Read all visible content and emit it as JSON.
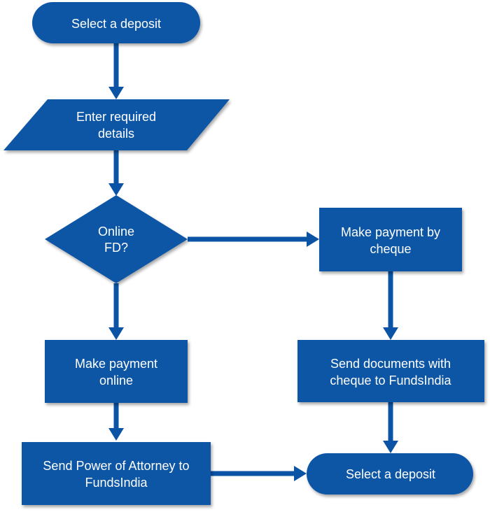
{
  "colors": {
    "shape_fill": "#0b54a5",
    "text": "#ffffff",
    "background": "#ffffff"
  },
  "nodes": {
    "start": {
      "type": "terminator",
      "lines": [
        "Select a deposit"
      ]
    },
    "input": {
      "type": "data",
      "lines": [
        "Enter required",
        "details"
      ]
    },
    "decision": {
      "type": "decision",
      "lines": [
        "Online",
        "FD?"
      ]
    },
    "cheque": {
      "type": "process",
      "lines": [
        "Make payment by",
        "cheque"
      ]
    },
    "online": {
      "type": "process",
      "lines": [
        "Make payment",
        "online"
      ]
    },
    "documents": {
      "type": "process",
      "lines": [
        "Send documents with",
        "cheque to FundsIndia"
      ]
    },
    "poa": {
      "type": "process",
      "lines": [
        "Send Power of Attorney to",
        "FundsIndia"
      ]
    },
    "end": {
      "type": "terminator",
      "lines": [
        "Select a deposit"
      ]
    }
  },
  "edges": [
    {
      "from": "start",
      "to": "input",
      "label": ""
    },
    {
      "from": "input",
      "to": "decision",
      "label": ""
    },
    {
      "from": "decision",
      "to": "cheque",
      "label": ""
    },
    {
      "from": "decision",
      "to": "online",
      "label": ""
    },
    {
      "from": "cheque",
      "to": "documents",
      "label": ""
    },
    {
      "from": "online",
      "to": "poa",
      "label": ""
    },
    {
      "from": "documents",
      "to": "end",
      "label": ""
    },
    {
      "from": "poa",
      "to": "end",
      "label": ""
    }
  ]
}
